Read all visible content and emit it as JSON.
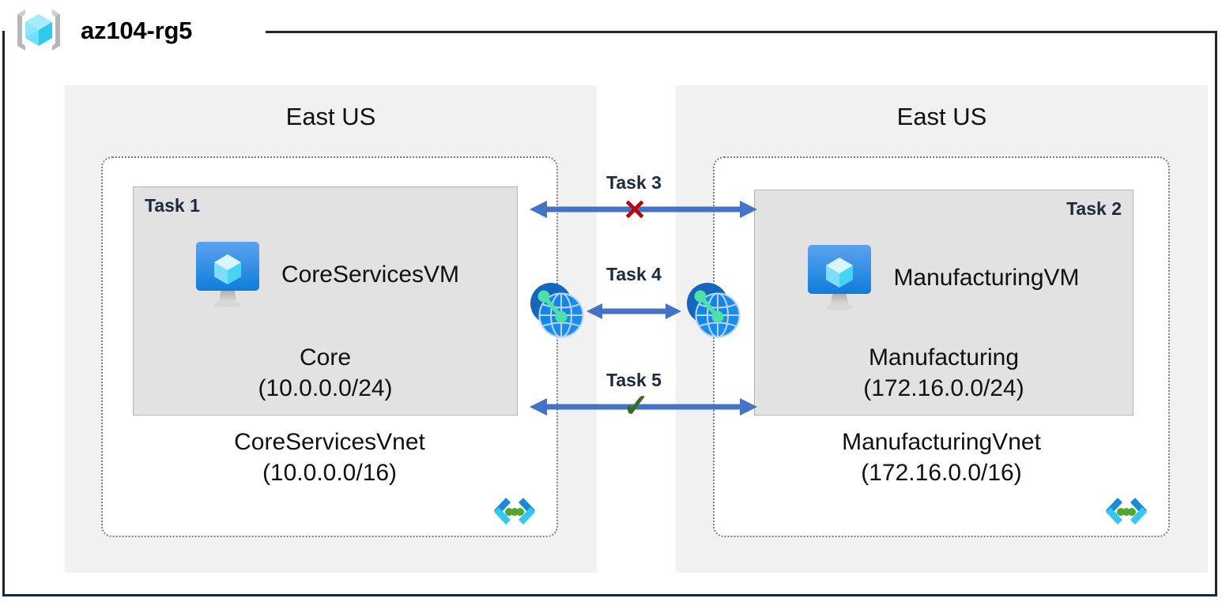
{
  "resource_group": {
    "name": "az104-rg5",
    "icon": "resource-group-cube-icon"
  },
  "regions": [
    {
      "id": "left",
      "label": "East US"
    },
    {
      "id": "right",
      "label": "East US"
    }
  ],
  "vnets": [
    {
      "id": "core",
      "name": "CoreServicesVnet",
      "cidr": "(10.0.0.0/16)",
      "icon": "vnet-icon",
      "subnet": {
        "task_tag": "Task 1",
        "task_tag_align": "left",
        "vm_name": "CoreServicesVM",
        "vm_icon": "virtual-machine-icon",
        "name": "Core",
        "cidr": "(10.0.0.0/24)"
      }
    },
    {
      "id": "manufacturing",
      "name": "ManufacturingVnet",
      "cidr": "(172.16.0.0/16)",
      "icon": "vnet-icon",
      "subnet": {
        "task_tag": "Task 2",
        "task_tag_align": "right",
        "vm_name": "ManufacturingVM",
        "vm_icon": "virtual-machine-icon",
        "name": "Manufacturing",
        "cidr": "(172.16.0.0/24)"
      }
    }
  ],
  "connections": [
    {
      "id": "task3",
      "label": "Task 3",
      "status_marker": "cross",
      "status_symbol": "✕",
      "direction": "bidirectional"
    },
    {
      "id": "task4",
      "label": "Task 4",
      "status_marker": "none",
      "status_symbol": "",
      "direction": "bidirectional"
    },
    {
      "id": "task5",
      "label": "Task 5",
      "status_marker": "check",
      "status_symbol": "✓",
      "direction": "bidirectional"
    }
  ],
  "peerings": [
    {
      "id": "peering-left",
      "icon": "vnet-peering-icon"
    },
    {
      "id": "peering-right",
      "icon": "vnet-peering-icon"
    }
  ],
  "colors": {
    "frame_border": "#16283f",
    "region_panel": "#f1f1f1",
    "subnet_fill": "#e2e2e2",
    "subnet_border": "#b4b4b4",
    "vnet_border": "#7a7a7a",
    "arrow_blue": "#4472c4",
    "cross_red": "#c00000",
    "check_green": "#3a6b1f",
    "task_text": "#1c2b3a",
    "vm_icon_blue": "#1585d8",
    "peering_blue": "#0f6cbd",
    "peering_green": "#4fe0a8",
    "vnet_glyph_blue": "#1b8ad4",
    "vnet_glyph_cyan": "#35c6f4",
    "vnet_glyph_green": "#4fa82e",
    "cube_cyan": "#45d3f3"
  }
}
